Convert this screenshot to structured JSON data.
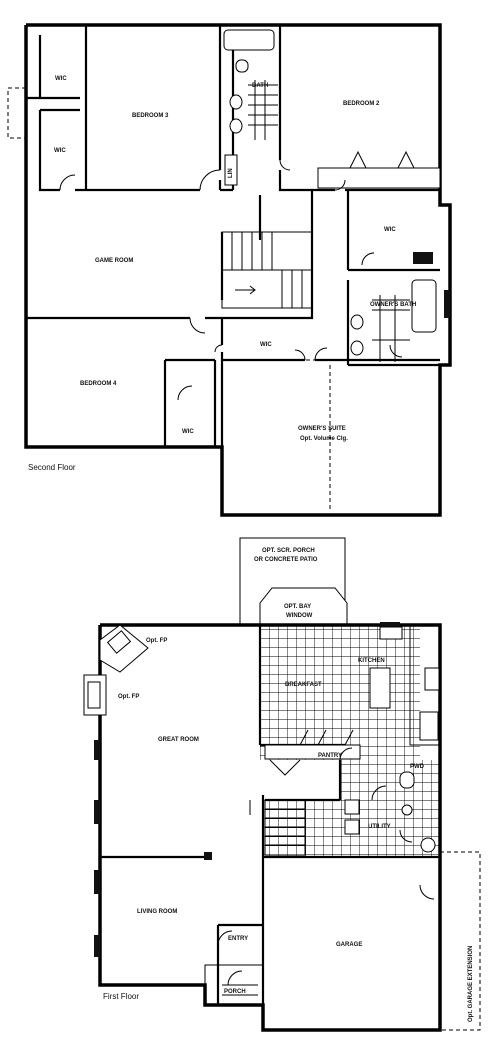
{
  "second_floor": {
    "caption": "Second Floor",
    "rooms": {
      "wic_top_left": "WIC",
      "wic_left": "WIC",
      "bedroom3": "BEDROOM 3",
      "bath": "BATH",
      "lin": "LIN",
      "bedroom2": "BEDROOM 2",
      "wic_right": "WIC",
      "game_room": "GAME ROOM",
      "owners_bath": "OWNER'S BATH",
      "wic_center": "WIC",
      "bedroom4": "BEDROOM 4",
      "wic_lower": "WIC",
      "owners_suite": "OWNER'S SUITE",
      "owners_suite_note": "Opt. Volume Clg."
    }
  },
  "first_floor": {
    "caption": "First Floor",
    "rooms": {
      "scr_porch_line1": "OPT. SCR. PORCH",
      "scr_porch_line2": "OR CONCRETE PATIO",
      "bay_line1": "OPT. BAY",
      "bay_line2": "WINDOW",
      "opt_fp_1": "Opt. FP",
      "opt_fp_2": "Opt. FP",
      "kitchen": "KITCHEN",
      "breakfast": "BREAKFAST",
      "great_room": "GREAT ROOM",
      "pantry": "PANTRY",
      "pwd": "PWD",
      "utility": "UTILITY",
      "living_room": "LIVING ROOM",
      "entry": "ENTRY",
      "garage": "GARAGE",
      "porch": "PORCH",
      "garage_ext": "Opt. GARAGE EXTENSION"
    }
  }
}
